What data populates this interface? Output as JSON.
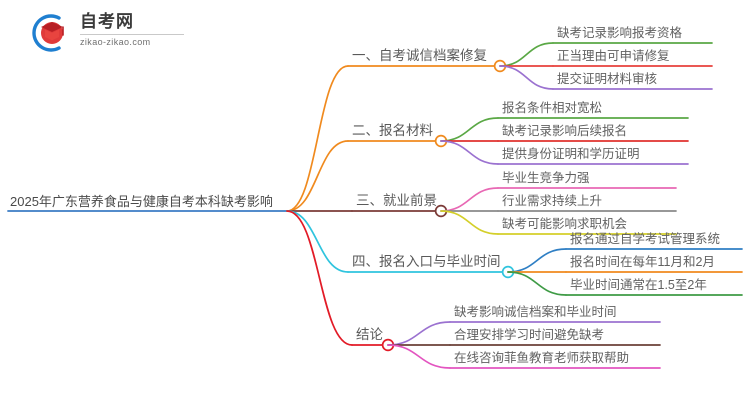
{
  "logo": {
    "icon_name": "zikao-graduation-cap-logo",
    "title": "自考网",
    "domain": "zikao-zikao.com"
  },
  "mindmap": {
    "root": {
      "label": "2025年广东营养食品与健康自考本科缺考影响",
      "line_color": "#3b7cc4",
      "node_ring_color": "#2f6fb8"
    },
    "branches": [
      {
        "label": "一、自考诚信档案修复",
        "line_color": "#f08a1e",
        "node_ring_color": "#f08a1e",
        "children": [
          {
            "label": "缺考记录影响报考资格",
            "line_color": "#5aa845"
          },
          {
            "label": "正当理由可申请修复",
            "line_color": "#e8413c"
          },
          {
            "label": "提交证明材料审核",
            "line_color": "#9b72d0"
          }
        ]
      },
      {
        "label": "二、报名材料",
        "line_color": "#f08a1e",
        "node_ring_color": "#f08a1e",
        "children": [
          {
            "label": "报名条件相对宽松",
            "line_color": "#5aa845"
          },
          {
            "label": "缺考记录影响后续报名",
            "line_color": "#e0322e"
          },
          {
            "label": "提供身份证明和学历证明",
            "line_color": "#9b72d0"
          }
        ]
      },
      {
        "label": "三、就业前景",
        "line_color": "#7b3b37",
        "node_ring_color": "#7b3b37",
        "children": [
          {
            "label": "毕业生竞争力强",
            "line_color": "#e868b4"
          },
          {
            "label": "行业需求持续上升",
            "line_color": "#8a8a8a"
          },
          {
            "label": "缺考可能影响求职机会",
            "line_color": "#d4cf2a"
          }
        ]
      },
      {
        "label": "四、报名入口与毕业时间",
        "line_color": "#2fc4de",
        "node_ring_color": "#2fc4de",
        "children": [
          {
            "label": "报名通过自学考试管理系统",
            "line_color": "#2f7fc4"
          },
          {
            "label": "报名时间在每年11月和2月",
            "line_color": "#f08a1e"
          },
          {
            "label": "毕业时间通常在1.5至2年",
            "line_color": "#3f9b46"
          }
        ]
      },
      {
        "label": "结论",
        "line_color": "#e21b27",
        "node_ring_color": "#e21b27",
        "children": [
          {
            "label": "缺考影响诚信档案和毕业时间",
            "line_color": "#9b72d0"
          },
          {
            "label": "合理安排学习时间避免缺考",
            "line_color": "#6b4038"
          },
          {
            "label": "在线咨询菲鱼教育老师获取帮助",
            "line_color": "#e355c0"
          }
        ]
      }
    ]
  }
}
